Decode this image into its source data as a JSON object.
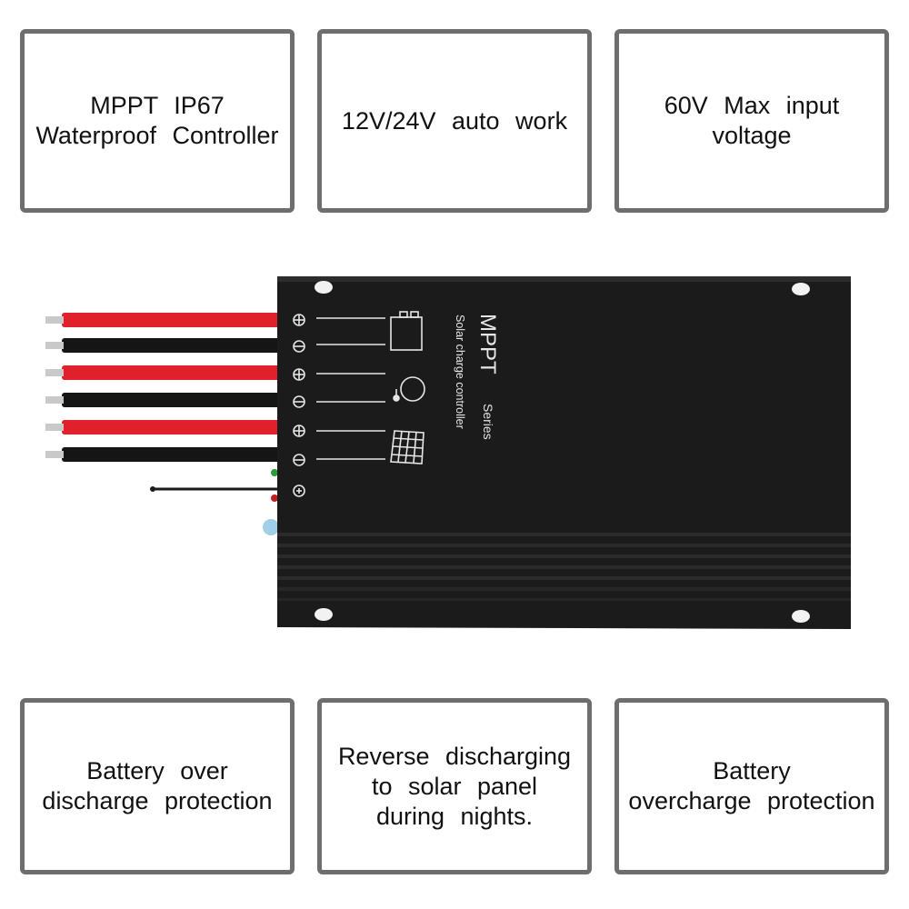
{
  "features": {
    "top": [
      {
        "text": "MPPT  IP67\nWaterproof  Controller"
      },
      {
        "text": "12V/24V  auto  work"
      },
      {
        "text": "60V  Max  input\nvoltage"
      }
    ],
    "bottom": [
      {
        "text": "Battery  over\ndischarge  protection"
      },
      {
        "text": "Reverse  discharging\nto  solar  panel\nduring  nights."
      },
      {
        "text": "Battery\novercharge  protection"
      }
    ]
  },
  "device": {
    "brand_text": "MPPT",
    "series_text": "Series",
    "subtitle_text": "Solar charge controller",
    "colors": {
      "body": "#1b1b1b",
      "red_wire": "#e0202a",
      "black_wire": "#151515",
      "label": "#e6e6e6"
    },
    "terminal_icons": [
      "plus-icon",
      "minus-icon",
      "plus-icon",
      "minus-icon",
      "plus-icon",
      "minus-icon",
      "sensor-icon"
    ],
    "section_icons": [
      "battery-icon",
      "lamp-icon",
      "solar-panel-icon"
    ]
  }
}
